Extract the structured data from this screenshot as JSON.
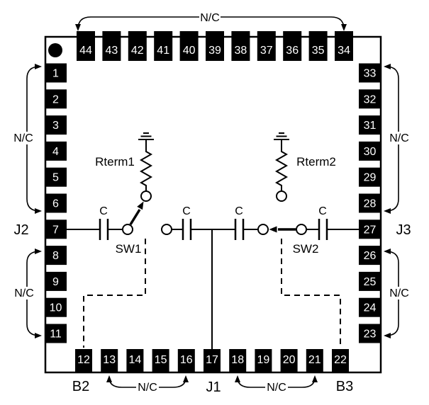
{
  "diagram": {
    "type": "ic-pinout-schematic",
    "package": {
      "pin1_marker": "dot",
      "visible_pin_count": 44
    },
    "pins": {
      "top": [
        "44",
        "43",
        "42",
        "41",
        "40",
        "39",
        "38",
        "37",
        "36",
        "35",
        "34"
      ],
      "left": [
        "1",
        "2",
        "3",
        "4",
        "5",
        "6",
        "7",
        "8",
        "9",
        "10",
        "11"
      ],
      "right": [
        "33",
        "32",
        "31",
        "30",
        "29",
        "28",
        "27",
        "26",
        "25",
        "24",
        "23"
      ],
      "bottom": [
        "12",
        "13",
        "14",
        "15",
        "16",
        "17",
        "18",
        "19",
        "20",
        "21",
        "22"
      ]
    },
    "labels": {
      "j1": "J1",
      "j2": "J2",
      "j3": "J3",
      "b2": "B2",
      "b3": "B3",
      "rterm1": "Rterm1",
      "rterm2": "Rterm2",
      "sw1": "SW1",
      "sw2": "SW2",
      "cap": "C"
    },
    "nc_brackets": [
      {
        "position": "top",
        "from_pin": "44",
        "to_pin": "34",
        "label": "N/C"
      },
      {
        "position": "left-upper",
        "from_pin": "1",
        "to_pin": "6",
        "label": "N/C"
      },
      {
        "position": "left-lower",
        "from_pin": "8",
        "to_pin": "11",
        "label": "N/C"
      },
      {
        "position": "right-upper",
        "from_pin": "33",
        "to_pin": "28",
        "label": "N/C"
      },
      {
        "position": "right-lower",
        "from_pin": "26",
        "to_pin": "23",
        "label": "N/C"
      },
      {
        "position": "bottom-left",
        "from_pin": "13",
        "to_pin": "16",
        "label": "N/C"
      },
      {
        "position": "bottom-right",
        "from_pin": "18",
        "to_pin": "21",
        "label": "N/C"
      }
    ],
    "switch_state": {
      "sw1": "connected to Rterm1",
      "sw2": "connected to J1 path"
    },
    "colors": {
      "ink": "#000000",
      "paper": "#ffffff",
      "pin_fill": "#000000",
      "pin_number": "#ffffff"
    }
  }
}
